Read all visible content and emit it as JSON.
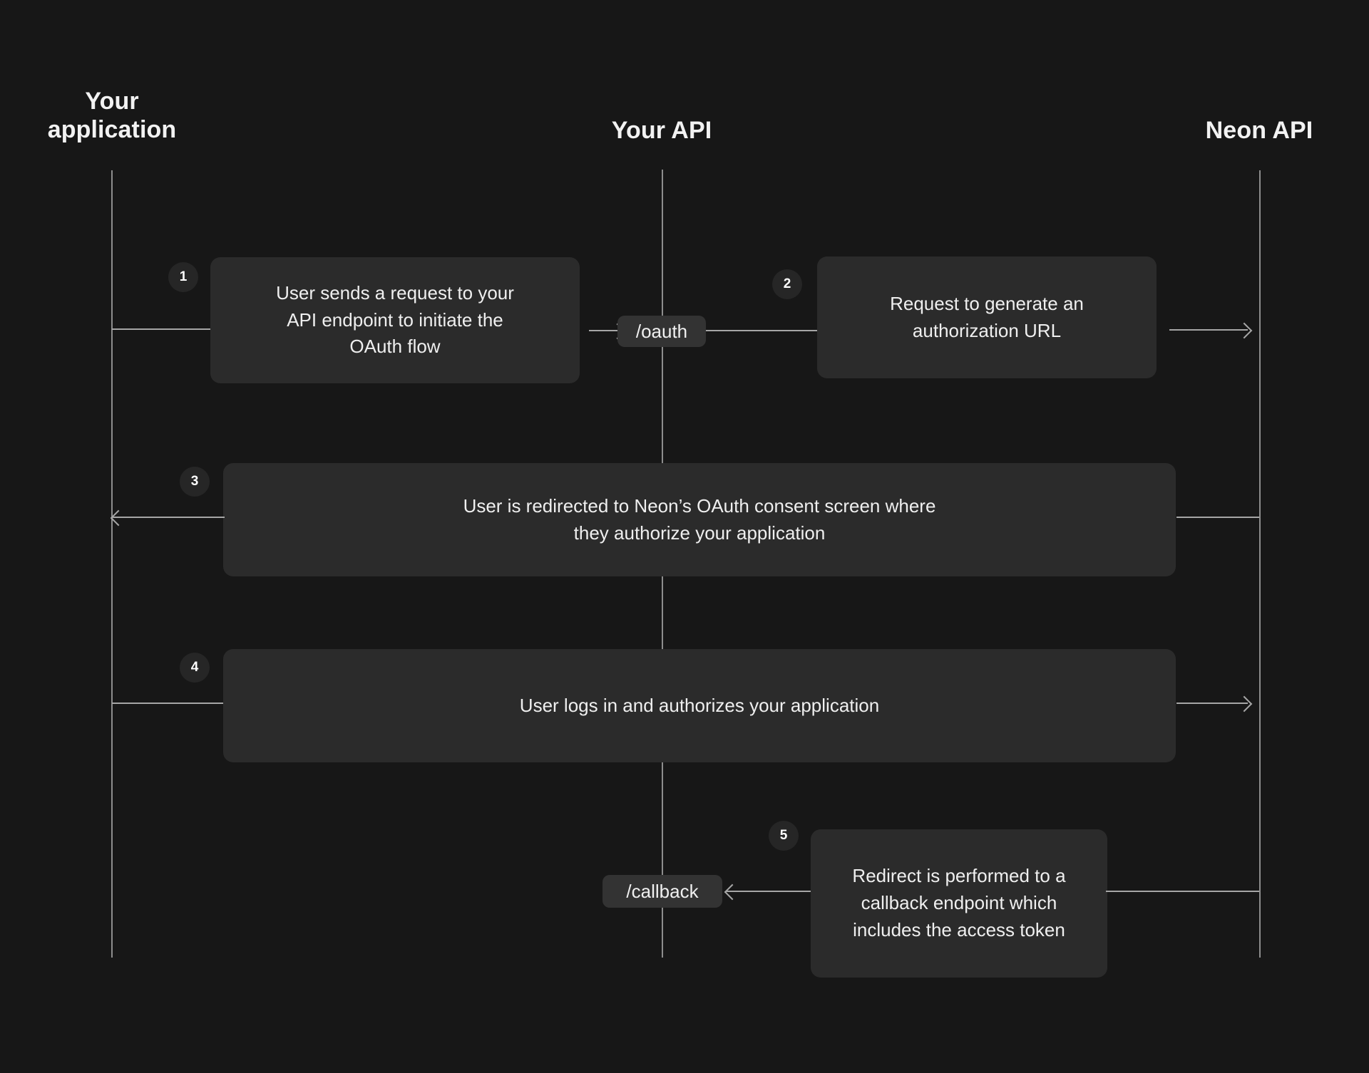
{
  "diagram": {
    "title": "Neon OAuth flow sequence diagram",
    "background_color": "#171717",
    "box_color": "#2b2b2b",
    "pill_color": "#333333",
    "badge_color": "#262626",
    "line_color": "#a6a6a6",
    "text_color": "#efefef"
  },
  "lanes": [
    {
      "id": "your-application",
      "label": "Your\napplication"
    },
    {
      "id": "your-api",
      "label": "Your API"
    },
    {
      "id": "neon-api",
      "label": "Neon API"
    }
  ],
  "steps": [
    {
      "number": "1",
      "text": "User sends a request to your\nAPI endpoint to initiate the\nOAuth flow"
    },
    {
      "number": "2",
      "text": "Request to generate an\nauthorization URL"
    },
    {
      "number": "3",
      "text": "User is redirected to Neon’s OAuth consent screen where\nthey authorize your application"
    },
    {
      "number": "4",
      "text": "User logs in and authorizes your application"
    },
    {
      "number": "5",
      "text": "Redirect is performed to a\ncallback endpoint which\nincludes the access token"
    }
  ],
  "endpoints": [
    {
      "id": "oauth",
      "label": "/oauth"
    },
    {
      "id": "callback",
      "label": "/callback"
    }
  ]
}
